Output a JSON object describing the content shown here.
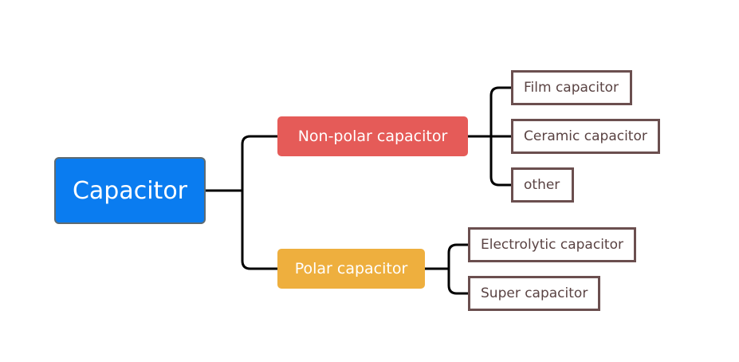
{
  "mindmap": {
    "root": {
      "label": "Capacitor"
    },
    "branches": [
      {
        "label": "Non-polar capacitor",
        "color": "#e55b58",
        "children": [
          "Film capacitor",
          "Ceramic capacitor",
          "other"
        ]
      },
      {
        "label": "Polar capacitor",
        "color": "#eeaf3e",
        "children": [
          "Electrolytic capacitor",
          "Super capacitor"
        ]
      }
    ],
    "colors": {
      "root_fill": "#0a7cf0",
      "root_border": "#5d6b73",
      "leaf_border": "#6b4f4f",
      "connector": "#000000"
    }
  }
}
